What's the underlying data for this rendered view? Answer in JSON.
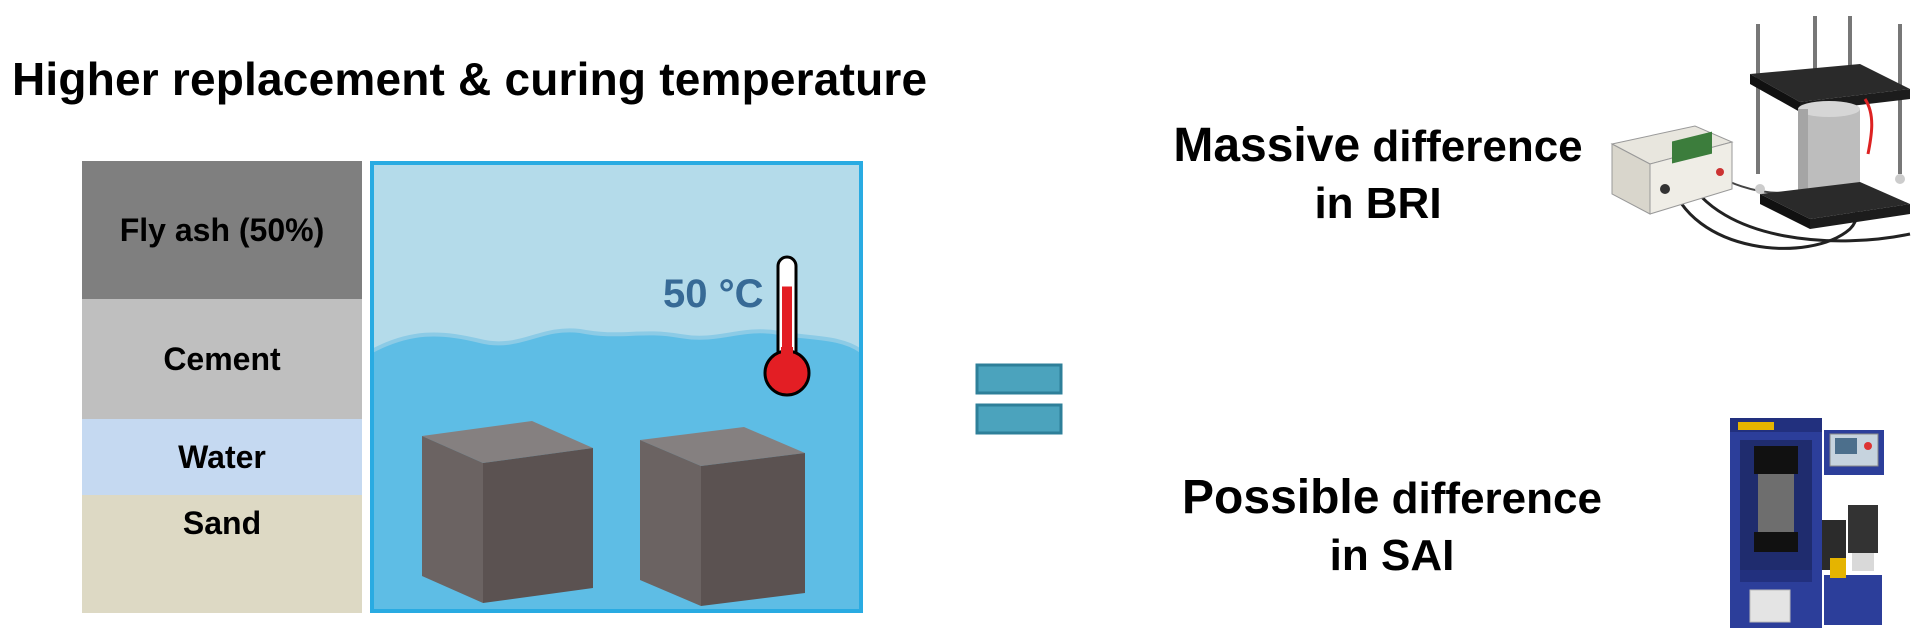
{
  "title": "Higher replacement & curing temperature",
  "layers": {
    "flyash": "Fly ash (50%)",
    "cement": "Cement",
    "water": "Water",
    "sand": "Sand"
  },
  "tank": {
    "temperature": "50 °C"
  },
  "results": {
    "bri": {
      "strong": "Massive",
      "rest": " difference",
      "line2": "in BRI"
    },
    "sai": {
      "strong": "Possible",
      "rest": " difference",
      "line2": "in SAI"
    }
  },
  "colors": {
    "flyash": "#7f7f7f",
    "cement": "#bfbfbf",
    "water": "#c5d9f1",
    "sand": "#ddd9c4",
    "tank_border": "#29abe2",
    "water_fill": "#5ebde5",
    "air": "#b4dbea",
    "cube": "#5b5251",
    "thermo_red": "#e31e24",
    "equals": "#4ba3bd",
    "temp_text": "#376a96"
  }
}
